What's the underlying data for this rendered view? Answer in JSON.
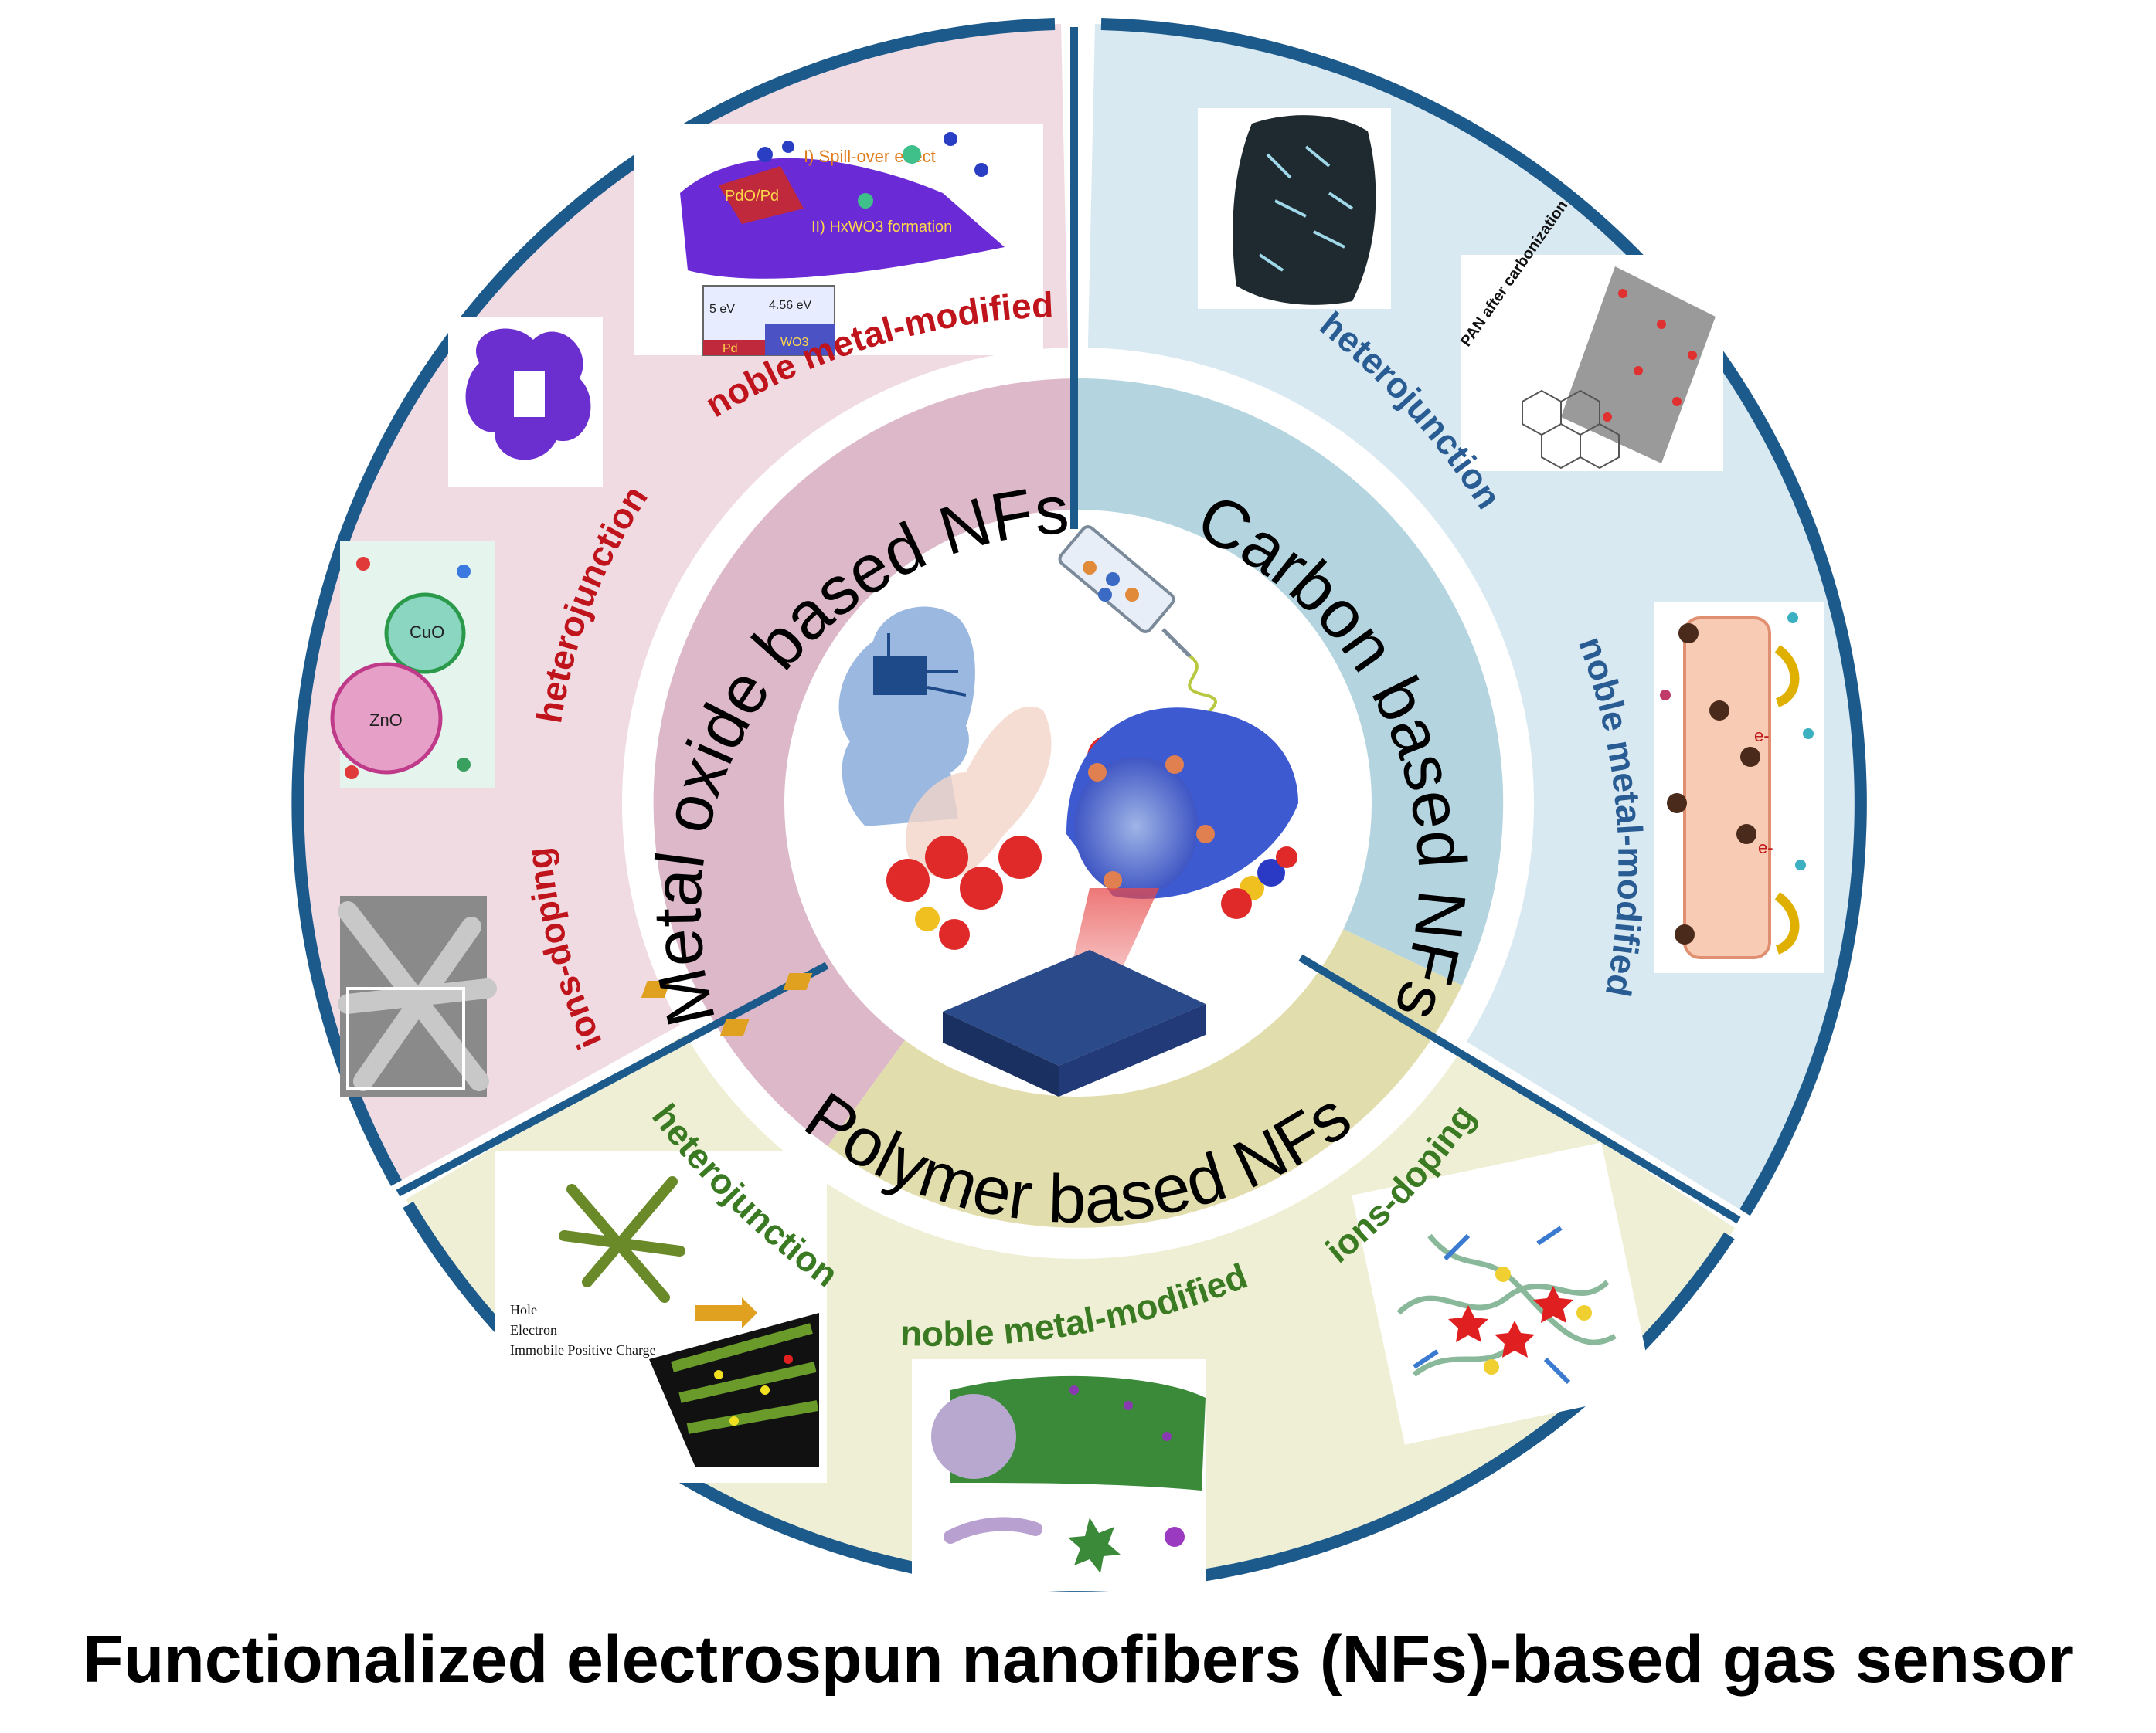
{
  "caption": "Functionalized electrospun nanofibers (NFs)-based gas sensor",
  "categories": {
    "metal_oxide": "Metal oxide based NFs",
    "carbon": "Carbon based NFs",
    "polymer": "Polymer based NFs"
  },
  "metal_oxide_labels": {
    "noble": "noble metal-modified",
    "hetero": "heterojunction",
    "ions": "ions-doping"
  },
  "carbon_labels": {
    "hetero": "heterojunction",
    "noble": "noble metal-modified"
  },
  "polymer_labels": {
    "hetero": "heterojunction",
    "noble": "noble metal-modified",
    "ions": "ions-doping"
  },
  "inset_text": {
    "spill_over": "I) Spill-over effect",
    "hxwo3": "II) HxWO3 formation",
    "pdo_pd": "PdO/Pd",
    "wo3": "WO3",
    "pd": "Pd",
    "pd_wf": "5 eV",
    "wo3_wf": "4.56 eV",
    "cuo": "CuO",
    "zno": "ZnO",
    "pan": "PAN after carbonization",
    "hole": "Hole",
    "electron": "Electron",
    "immobile": "Immobile Positive Charge",
    "e_minus": "e-"
  },
  "colors": {
    "metal_oxide_fill": "#f0dbe3",
    "metal_oxide_band": "#dcb8c8",
    "carbon_fill": "#d8e9f1",
    "carbon_band": "#b4d5e0",
    "polymer_fill": "#efefd5",
    "polymer_band": "#e2ddad",
    "border": "#1d5a8c",
    "metal_oxide_text": "#c0141c",
    "carbon_text": "#2a5c94",
    "polymer_text": "#3a7a22"
  }
}
